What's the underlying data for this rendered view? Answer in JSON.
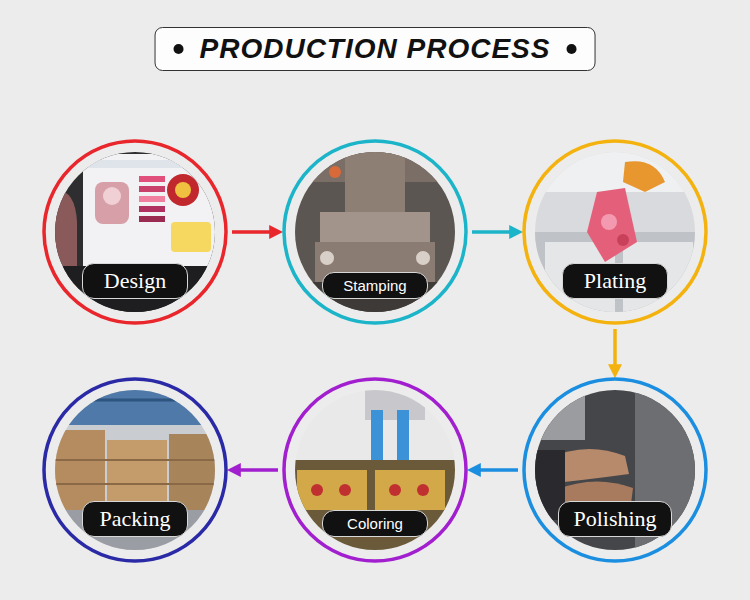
{
  "diagram": {
    "title": "PRODUCTION PROCESS",
    "nodes": [
      {
        "text": [
          "Design"
        ]
      },
      {
        "text": [
          "Stamping"
        ]
      },
      {
        "text": [
          "Plating"
        ]
      },
      {
        "text": [
          "Packing"
        ]
      },
      {
        "text": [
          "Coloring"
        ]
      },
      {
        "text": [
          "Polishing"
        ]
      }
    ],
    "edges": [
      {
        "from": 0,
        "to": 1,
        "arrow": "to"
      },
      {
        "from": 1,
        "to": 2,
        "arrow": "to"
      },
      {
        "from": 2,
        "to": 5,
        "arrow": "to"
      },
      {
        "from": 5,
        "to": 4,
        "arrow": "to"
      },
      {
        "from": 4,
        "to": 3,
        "arrow": "to"
      }
    ]
  }
}
